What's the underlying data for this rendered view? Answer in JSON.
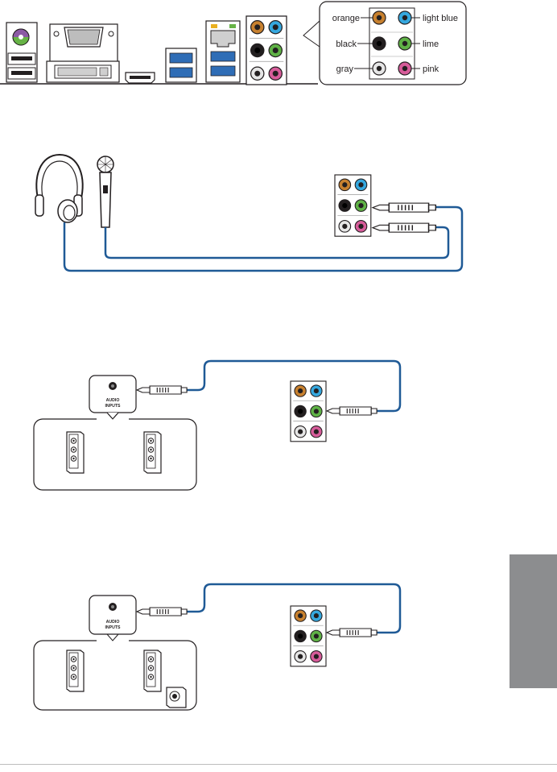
{
  "io_panel": {
    "callout_labels": {
      "orange": "orange",
      "light_blue": "light blue",
      "black": "black",
      "lime": "lime",
      "gray": "gray",
      "pink": "pink"
    }
  },
  "speaker_sections": [
    {
      "audio_label_line1": "AUDIO",
      "audio_label_line2": "INPUTS"
    },
    {
      "audio_label_line1": "AUDIO",
      "audio_label_line2": "INPUTS"
    }
  ],
  "colors": {
    "jack_orange": "#c8812f",
    "jack_light_blue": "#35a8df",
    "jack_black": "#231f20",
    "jack_lime": "#5fb246",
    "jack_gray": "#c9c9c9",
    "jack_pink": "#d75c9a",
    "cable_blue": "#1f5a96",
    "ps2_purple": "#8c5aa5",
    "ps2_green": "#67b346",
    "usb_blue": "#2f6db6",
    "side_tab": "#8c8d8f"
  }
}
